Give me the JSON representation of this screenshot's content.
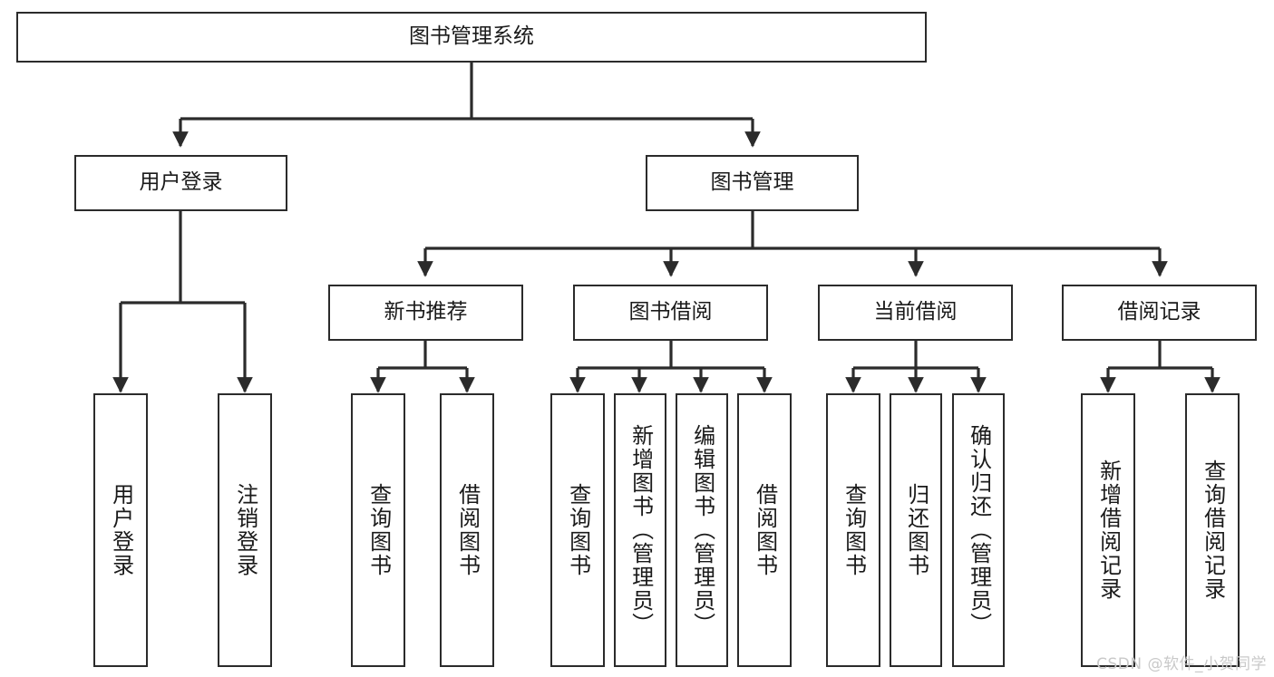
{
  "diagram": {
    "type": "tree",
    "title": "图书管理系统",
    "root": {
      "label": "图书管理系统"
    },
    "level2": [
      {
        "label": "用户登录"
      },
      {
        "label": "图书管理"
      }
    ],
    "level3": [
      {
        "label": "新书推荐"
      },
      {
        "label": "图书借阅"
      },
      {
        "label": "当前借阅"
      },
      {
        "label": "借阅记录"
      }
    ],
    "leaves": {
      "user_login": [
        {
          "label": "用户登录"
        },
        {
          "label": "注销登录"
        }
      ],
      "new_book": [
        {
          "label": "查询图书"
        },
        {
          "label": "借阅图书"
        }
      ],
      "book_borrow": [
        {
          "label": "查询图书"
        },
        {
          "label": "新增图书（管理员）"
        },
        {
          "label": "编辑图书（管理员）"
        },
        {
          "label": "借阅图书"
        }
      ],
      "current_borrow": [
        {
          "label": "查询图书"
        },
        {
          "label": "归还图书"
        },
        {
          "label": "确认归还（管理员）"
        }
      ],
      "borrow_record": [
        {
          "label": "新增借阅记录"
        },
        {
          "label": "查询借阅记录"
        }
      ]
    }
  },
  "watermark": {
    "text": "CSDN @软件_小贺同学"
  },
  "colors": {
    "stroke": "#2b2b2b",
    "background": "#ffffff",
    "watermark": "#c9c9c9"
  }
}
